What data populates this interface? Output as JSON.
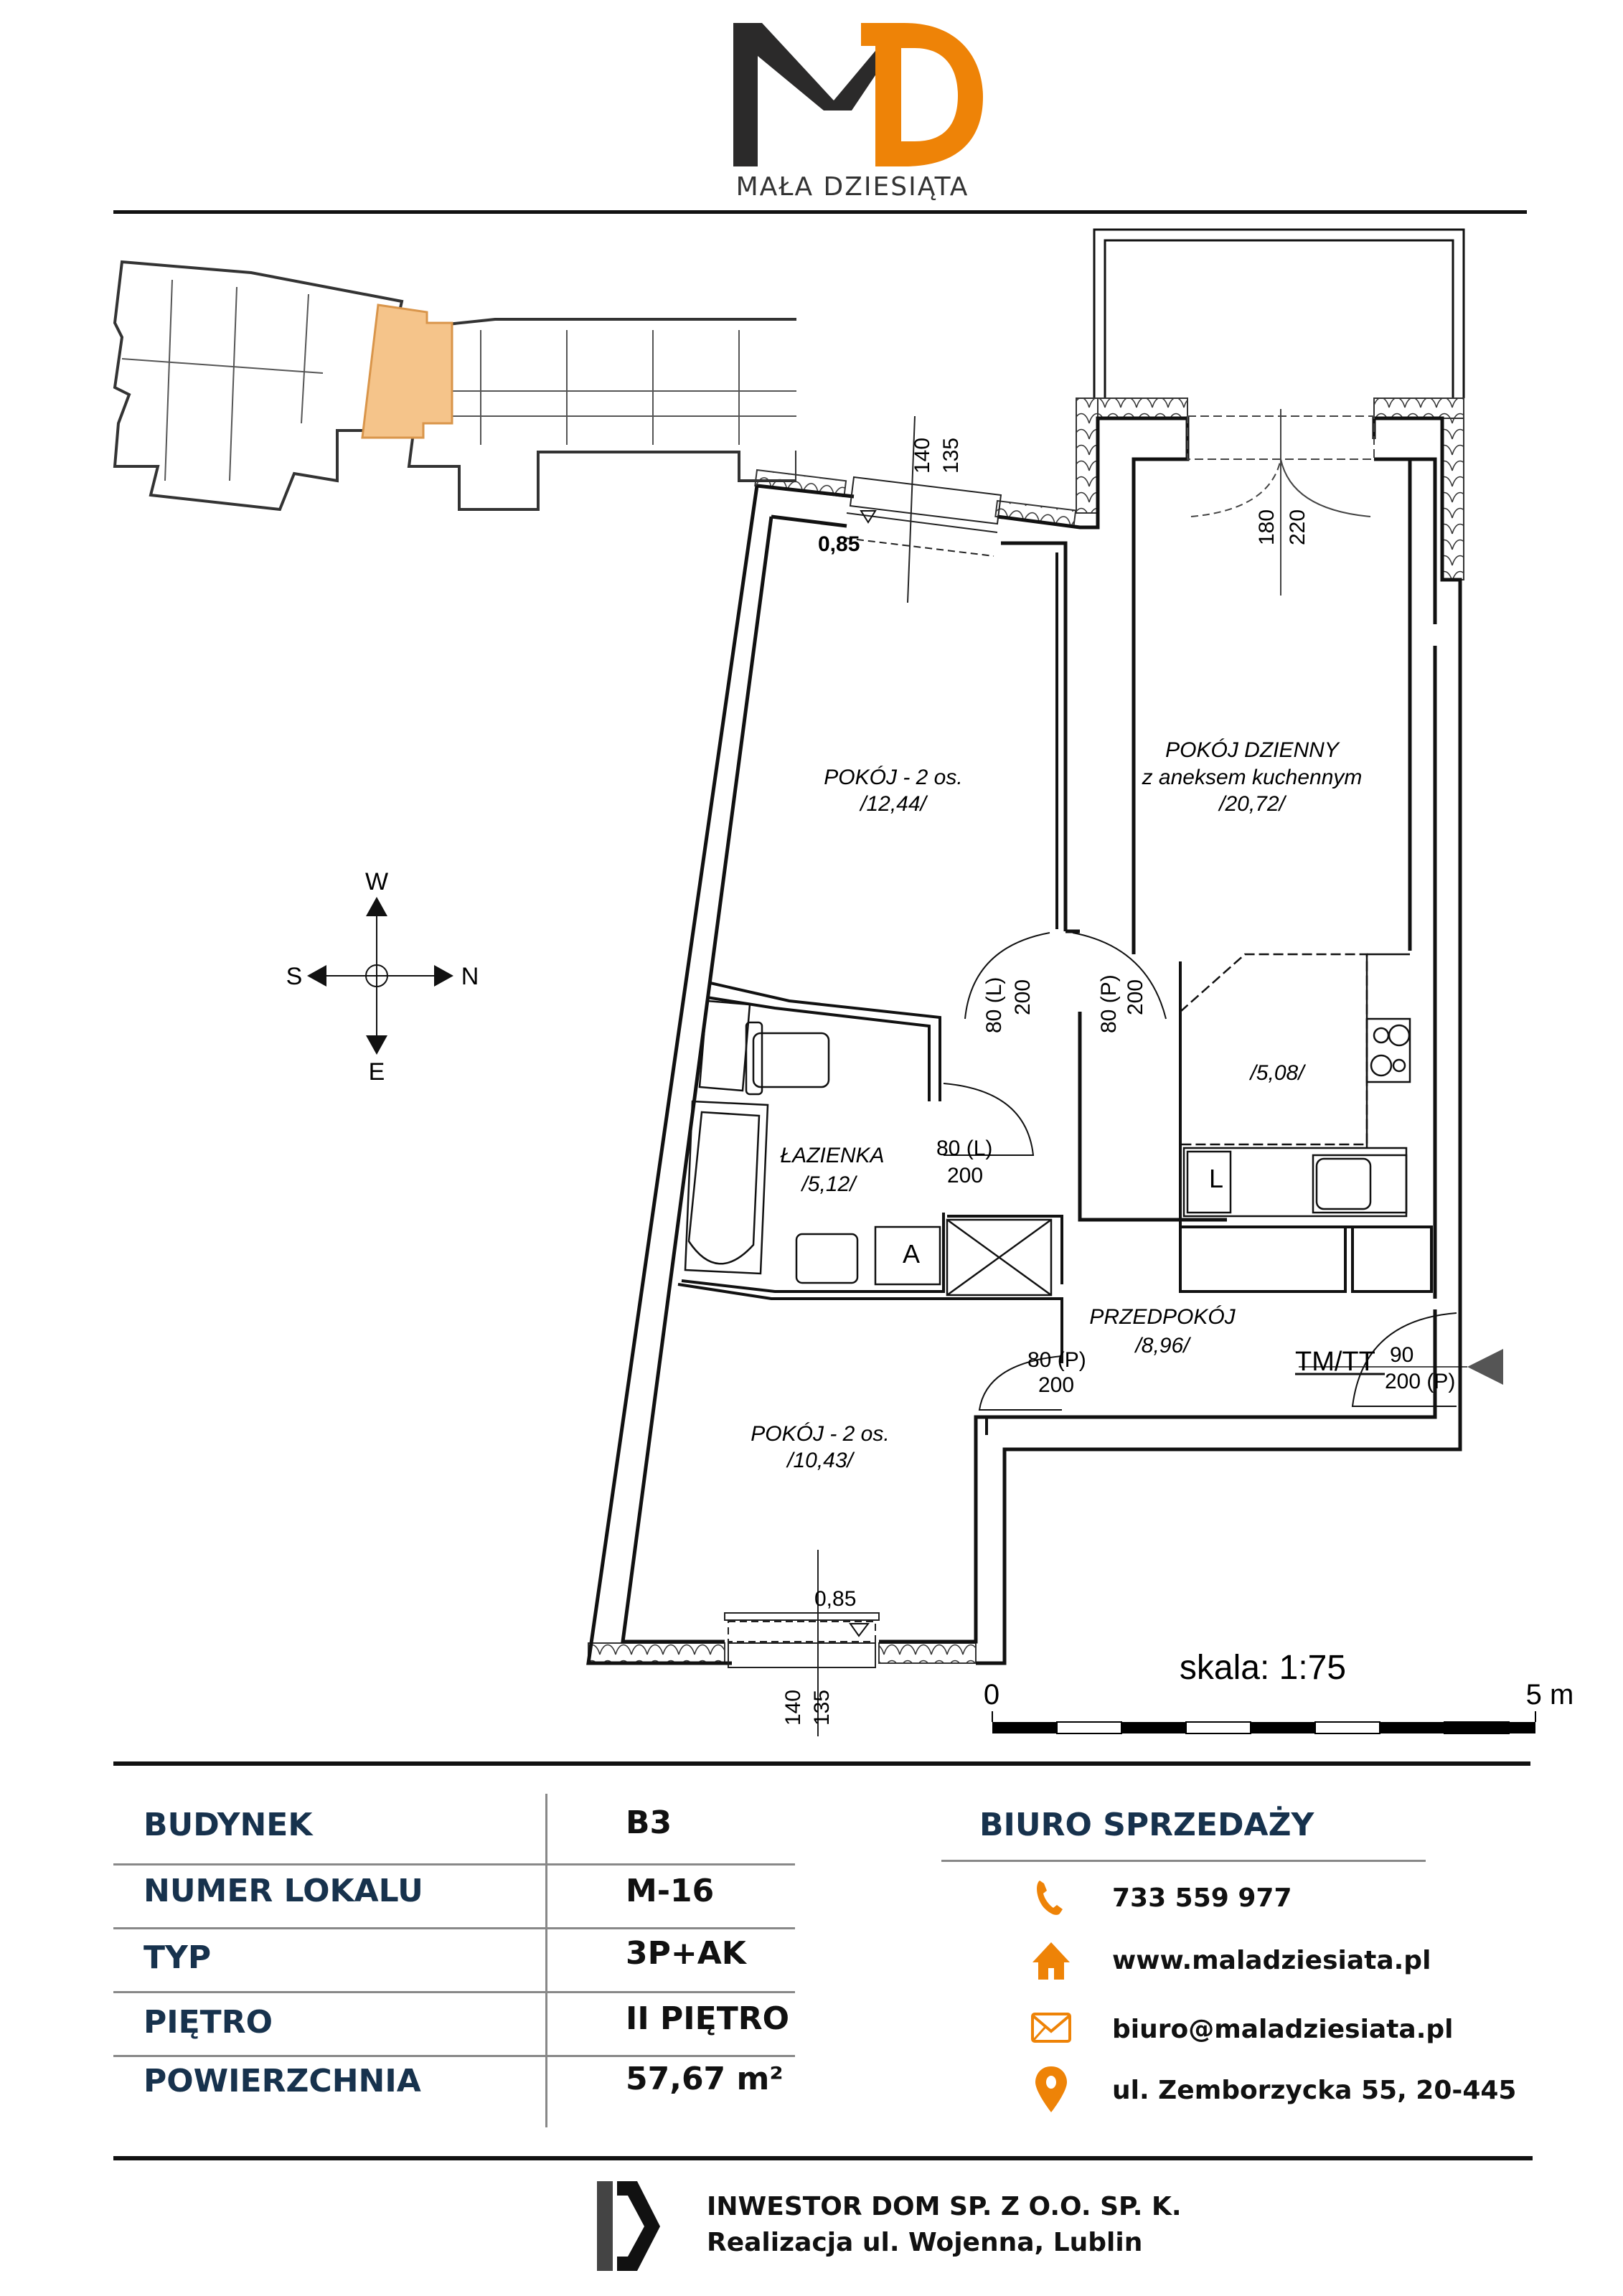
{
  "brand": {
    "logo_letters": "MD",
    "name": "MAŁA DZIESIĄTA",
    "colors": {
      "dark": "#2b2a2a",
      "accent": "#ee8307"
    }
  },
  "compass": {
    "top": "W",
    "left": "S",
    "right": "N",
    "bottom": "E"
  },
  "plan": {
    "rooms": [
      {
        "name": "POKÓJ - 2 os.",
        "area": "/12,44/"
      },
      {
        "name": "POKÓJ DZIENNY",
        "subtitle": "z aneksem kuchennym",
        "area": "/20,72/"
      },
      {
        "name": "",
        "area": "/5,08/"
      },
      {
        "name": "ŁAZIENKA",
        "area": "/5,12/"
      },
      {
        "name": "PRZEDPOKÓJ",
        "area": "/8,96/"
      },
      {
        "name": "POKÓJ - 2 os.",
        "area": "/10,43/"
      }
    ],
    "windows": [
      {
        "sill": "0,85",
        "width": "140",
        "height": "135"
      },
      {
        "sill": "0,85",
        "width": "140",
        "height": "135"
      }
    ],
    "balcony_door": {
      "width": "180",
      "height": "220"
    },
    "doors": [
      {
        "width": "80 (L)",
        "height": "200"
      },
      {
        "width": "80 (P)",
        "height": "200"
      },
      {
        "width": "80 (L)",
        "height": "200"
      },
      {
        "width": "80 (P)",
        "height": "200"
      }
    ],
    "entrance_door": {
      "label": "TM/TT",
      "width": "90",
      "height": "200 (P)"
    },
    "fixtures": {
      "washer": "A",
      "fridge": "L"
    },
    "scale": {
      "label": "skala: 1:75",
      "start": "0",
      "end": "5 m"
    }
  },
  "info_table": [
    {
      "label": "BUDYNEK",
      "value": "B3"
    },
    {
      "label": "NUMER LOKALU",
      "value": "M-16"
    },
    {
      "label": "TYP",
      "value": "3P+AK"
    },
    {
      "label": "PIĘTRO",
      "value": "II PIĘTRO"
    },
    {
      "label": "POWIERZCHNIA",
      "value": "57,67 m²"
    }
  ],
  "sales_office": {
    "title": "BIURO SPRZEDAŻY",
    "items": [
      {
        "icon": "phone-icon",
        "text": "733 559 977"
      },
      {
        "icon": "home-icon",
        "text": "www.maladziesiata.pl"
      },
      {
        "icon": "envelope-icon",
        "text": "biuro@maladziesiata.pl"
      },
      {
        "icon": "location-pin-icon",
        "text": "ul. Zemborzycka 55, 20-445"
      }
    ]
  },
  "footer": {
    "company": "INWESTOR DOM SP. Z O.O. SP. K.",
    "project": "Realizacja ul. Wojenna, Lublin"
  }
}
